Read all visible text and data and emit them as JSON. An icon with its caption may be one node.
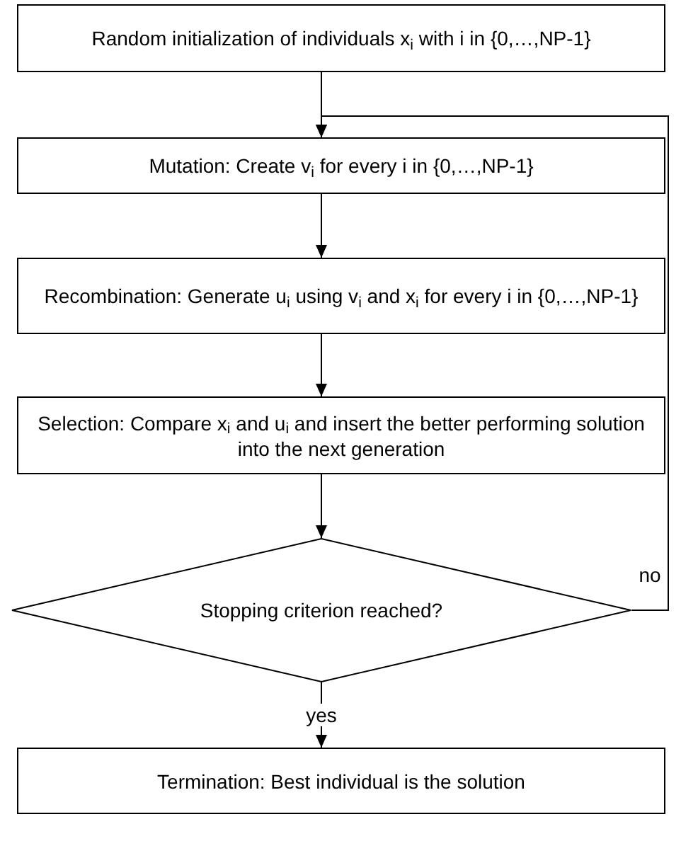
{
  "diagram": {
    "nodes": [
      {
        "text": [
          "Random initialization of individuals x$_{i}$ with i in {0,…,NP-1}"
        ]
      },
      {
        "text": [
          "Mutation: Create v$_{i}$ for every i in {0,…,NP-1}"
        ]
      },
      {
        "text": [
          "Recombination: Generate u$_{i}$ using v$_{i}$ and x$_{i}$ for every i in {0,…,NP-1}"
        ]
      },
      {
        "text": [
          "Selection: Compare x$_{i}$ and u$_{i}$ and insert the better performing solution into the next generation"
        ]
      },
      {
        "text": [
          "Stopping criterion reached?"
        ]
      },
      {
        "text": [
          "Termination: Best individual is the solution"
        ]
      }
    ],
    "edges": [
      {
        "from": 0,
        "to": 1,
        "arrow": "to"
      },
      {
        "from": 1,
        "to": 2,
        "arrow": "to"
      },
      {
        "from": 2,
        "to": 3,
        "arrow": "to"
      },
      {
        "from": 3,
        "to": 4,
        "arrow": "to"
      },
      {
        "from": 4,
        "to": 5,
        "arrow": "to",
        "label": "yes"
      },
      {
        "from": 4,
        "to": 1,
        "arrow": "to",
        "label": "no"
      }
    ]
  }
}
